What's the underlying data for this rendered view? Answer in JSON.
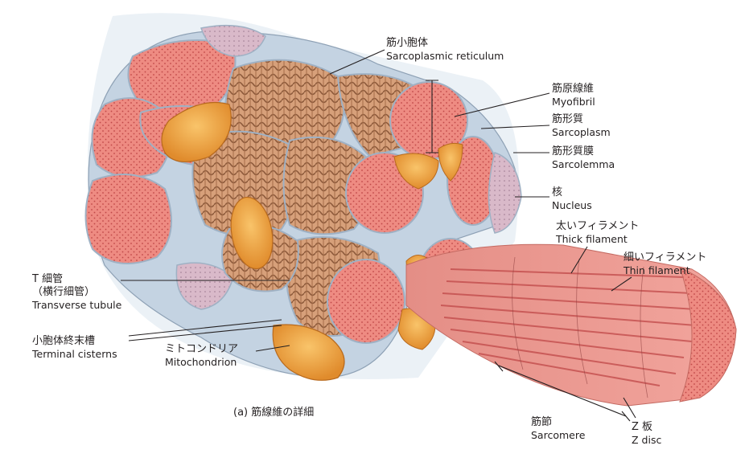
{
  "caption": "(a)  筋線維の詳細",
  "labels": {
    "sr": {
      "ja": "筋小胞体",
      "en": "Sarcoplasmic reticulum"
    },
    "myofibril": {
      "ja": "筋原線維",
      "en": "Myofibril"
    },
    "sarcoplasm": {
      "ja": "筋形質",
      "en": "Sarcoplasm"
    },
    "sarcolemma": {
      "ja": "筋形質膜",
      "en": "Sarcolemma"
    },
    "nucleus": {
      "ja": "核",
      "en": "Nucleus"
    },
    "thick": {
      "ja": "太いフィラメント",
      "en": "Thick filament"
    },
    "thin": {
      "ja": "細いフィラメント",
      "en": "Thin filament"
    },
    "ttubule": {
      "ja": "T 細管",
      "ja2": "（横行細管）",
      "en": "Transverse tubule"
    },
    "cisterns": {
      "ja": "小胞体終末槽",
      "en": "Terminal cisterns"
    },
    "mito": {
      "ja": "ミトコンドリア",
      "en": "Mitochondrion"
    },
    "sarcomere": {
      "ja": "筋節",
      "en": "Sarcomere"
    },
    "zdisc": {
      "ja": "Z 板",
      "en": "Z disc"
    }
  },
  "colors": {
    "myofibril": "#ee8b82",
    "myofibril_dark": "#c9575a",
    "reticulum": "#d9a67c",
    "mitochondrion": "#f0a849",
    "nucleus": "#d9b9c9",
    "sarcoplasm": "#b9c8d9",
    "leader": "#231f20"
  }
}
